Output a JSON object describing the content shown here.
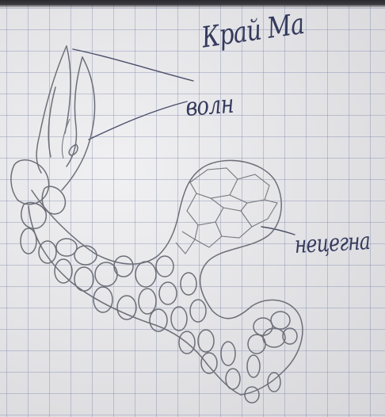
{
  "labels": {
    "title": "Край Ма",
    "middle": "волн",
    "right": "нецегна"
  },
  "colors": {
    "paper": "#e9e8ec",
    "grid": "#8a93b8",
    "ink": "#343a5c",
    "pencil": "#6d6f78"
  }
}
